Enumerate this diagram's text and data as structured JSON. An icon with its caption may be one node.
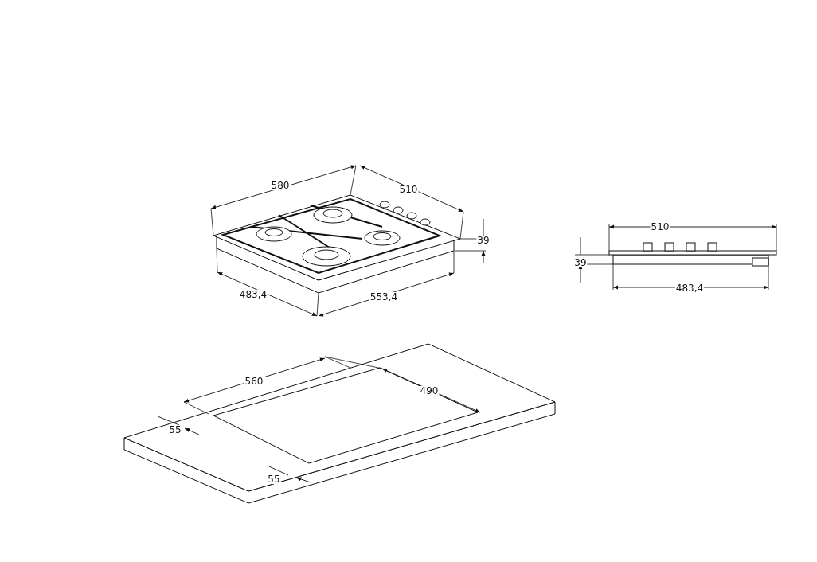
{
  "diagram": {
    "labels": [
      "580",
      "510",
      "39",
      "510",
      "39",
      "483,4",
      "553,4",
      "483,4",
      "560",
      "490",
      "55",
      "55"
    ]
  }
}
